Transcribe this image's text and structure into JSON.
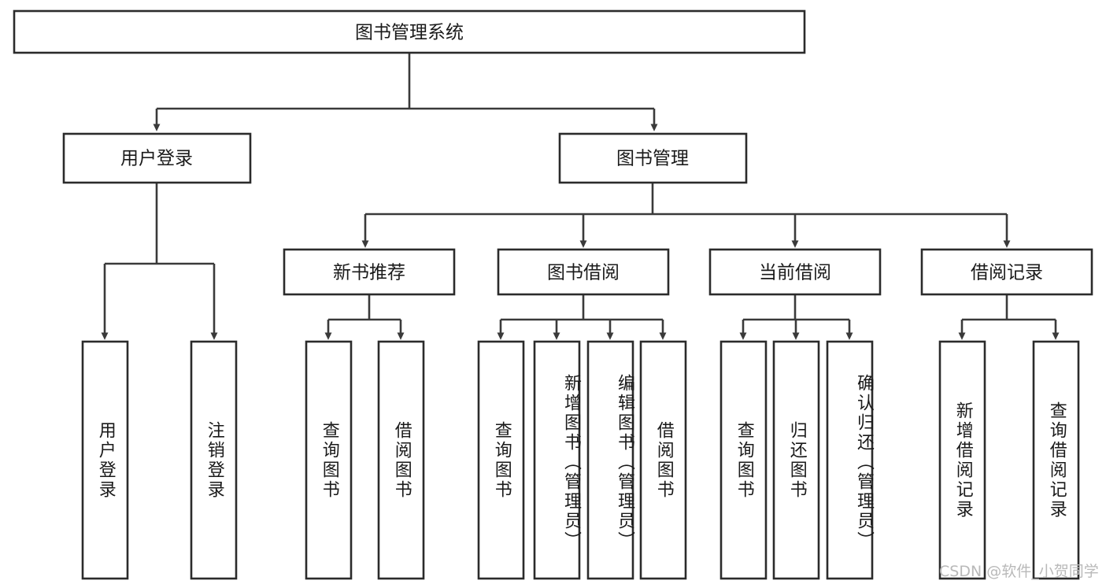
{
  "diagram": {
    "title": "图书管理系统",
    "type": "tree",
    "watermark": "CSDN @软件_小贺同学",
    "colors": {
      "box_stroke": "#2b2b2b",
      "connector": "#3a3a3a",
      "text": "#1a1a1a",
      "background": "#ffffff",
      "watermark": "#b9b9b9"
    },
    "root": {
      "label": "图书管理系统"
    },
    "level2": [
      {
        "label": "用户登录"
      },
      {
        "label": "图书管理"
      }
    ],
    "level3": [
      {
        "label": "新书推荐"
      },
      {
        "label": "图书借阅"
      },
      {
        "label": "当前借阅"
      },
      {
        "label": "借阅记录"
      }
    ],
    "leaves": {
      "user_login": [
        {
          "label": "用户登录"
        },
        {
          "label": "注销登录"
        }
      ],
      "new_book_recommend": [
        {
          "label": "查询图书"
        },
        {
          "label": "借阅图书"
        }
      ],
      "book_borrow": [
        {
          "label": "查询图书"
        },
        {
          "label": "新增图书（管理员）"
        },
        {
          "label": "编辑图书（管理员）"
        },
        {
          "label": "借阅图书"
        }
      ],
      "current_borrow": [
        {
          "label": "查询图书"
        },
        {
          "label": "归还图书"
        },
        {
          "label": "确认归还（管理员）"
        }
      ],
      "borrow_record": [
        {
          "label": "新增借阅记录"
        },
        {
          "label": "查询借阅记录"
        }
      ]
    }
  }
}
